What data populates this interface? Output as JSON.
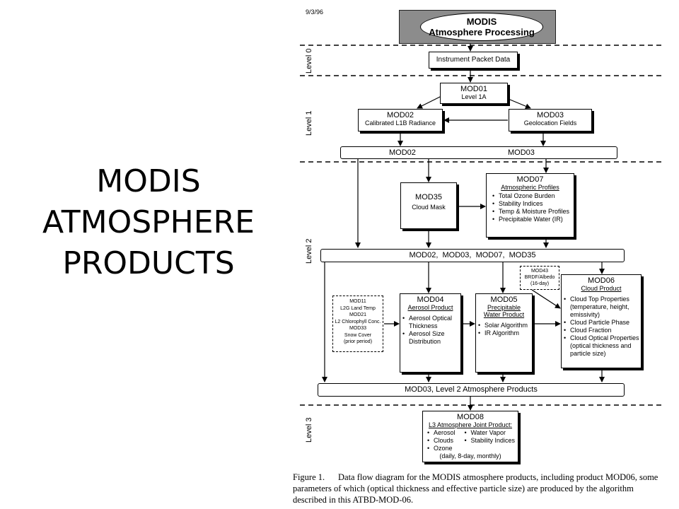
{
  "slide_title": [
    "MODIS",
    "ATMOSPHERE",
    "PRODUCTS"
  ],
  "date": "9/3/96",
  "header": {
    "line1": "MODIS",
    "line2": "Atmosphere Processing"
  },
  "levels": {
    "l0": "Level 0",
    "l1": "Level 1",
    "l2": "Level 2",
    "l3": "Level 3"
  },
  "instrument": "Instrument Packet Data",
  "mod01": {
    "name": "MOD01",
    "sub": "Level 1A"
  },
  "mod02": {
    "name": "MOD02",
    "sub": "Calibrated L1B Radiance"
  },
  "mod03": {
    "name": "MOD03",
    "sub": "Geolocation Fields"
  },
  "bar1": {
    "a": "MOD02",
    "b": "MOD03"
  },
  "mod35": {
    "name": "MOD35",
    "sub": "Cloud Mask"
  },
  "mod07": {
    "name": "MOD07",
    "sub": "Atmospheric Profiles",
    "items": [
      "Total Ozone Burden",
      "Stability Indices",
      "Temp & Moisture Profiles",
      "Precipitable Water (IR)"
    ]
  },
  "bar2": "MOD02,  MOD03,  MOD07,  MOD35",
  "mod43": {
    "l1": "MOD43",
    "l2": "BRDF/Albedo",
    "l3": "(16-day)"
  },
  "ancillary": {
    "l1": "MOD11",
    "l2": "L2G Land Temp",
    "l3": "MOD21",
    "l4": "L2 Chlorophyll Conc.",
    "l5": "MOD33",
    "l6": "Snow Cover",
    "l7": "(prior period)"
  },
  "mod04": {
    "name": "MOD04",
    "sub": "Aerosol Product",
    "items": [
      "Aerosol Optical Thickness",
      "Aerosol Size Distribution"
    ]
  },
  "mod05": {
    "name": "MOD05",
    "sub1": "Precipitable",
    "sub2": "Water Product",
    "items": [
      "Solar Algorithm",
      "IR Algorithm"
    ]
  },
  "mod06": {
    "name": "MOD06",
    "sub": "Cloud Product",
    "items": [
      "Cloud Top Properties (temperature, height, emissivity)",
      "Cloud Particle Phase",
      "Cloud Fraction",
      "Cloud Optical Properties (optical thickness and particle size)"
    ]
  },
  "bar3": "MOD03, Level 2 Atmosphere Products",
  "mod08": {
    "name": "MOD08",
    "sub": "L3 Atmosphere Joint Product:",
    "col1": [
      "Aerosol",
      "Clouds",
      "Ozone"
    ],
    "col2": [
      "Water Vapor",
      "Stability Indices"
    ],
    "note": "(daily, 8-day, monthly)"
  },
  "caption": {
    "label": "Figure 1.",
    "text": "Data flow diagram for the MODIS atmosphere products, including product MOD06, some parameters of which (optical thickness and effective particle size) are produced by the algorithm described in this ATBD-MOD-06."
  }
}
